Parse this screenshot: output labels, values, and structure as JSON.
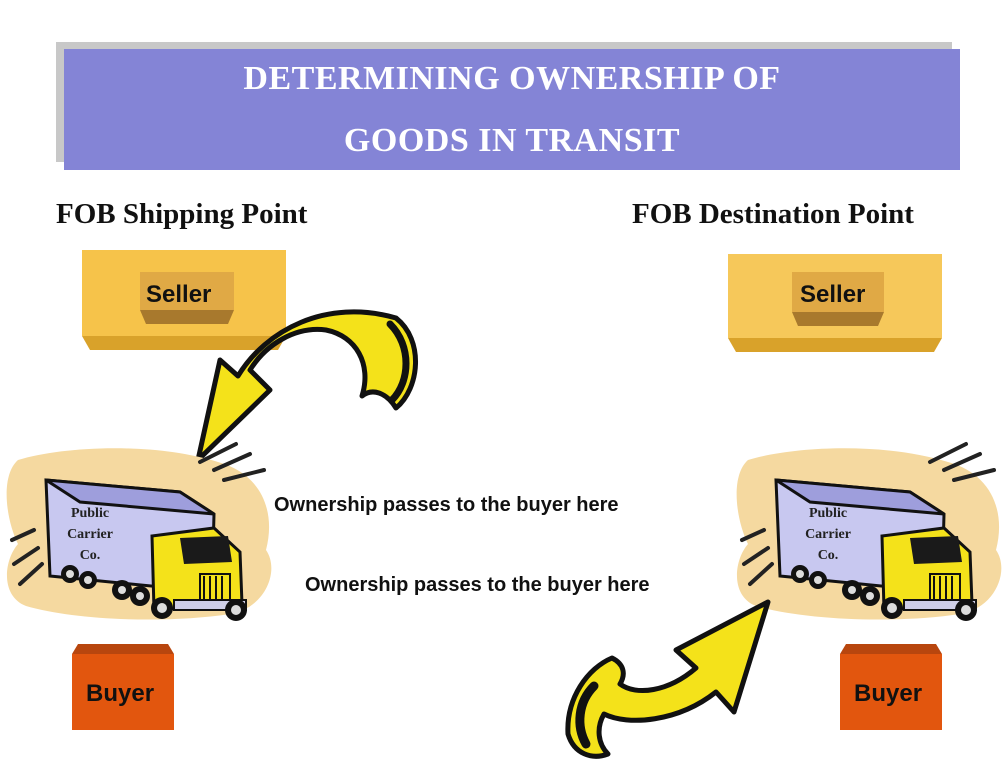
{
  "title": {
    "line1": "DETERMINING OWNERSHIP OF",
    "line2": "GOODS IN TRANSIT"
  },
  "left": {
    "heading": "FOB Shipping Point",
    "seller_label": "Seller",
    "truck_label": [
      "Public",
      "Carrier",
      "Co."
    ],
    "buyer_label": "Buyer",
    "ownership_note": "Ownership passes to the buyer here"
  },
  "right": {
    "heading": "FOB Destination Point",
    "seller_label": "Seller",
    "truck_label": [
      "Public",
      "Carrier",
      "Co."
    ],
    "buyer_label": "Buyer",
    "ownership_note": "Ownership passes to the buyer here"
  },
  "colors": {
    "title_bg": "#8484d6",
    "seller_box": "#f6c34a",
    "buyer_box": "#e2560e",
    "arrow": "#f4e21a",
    "truck_cab": "#f4e21a",
    "truck_trailer": "#c8c8f0"
  }
}
